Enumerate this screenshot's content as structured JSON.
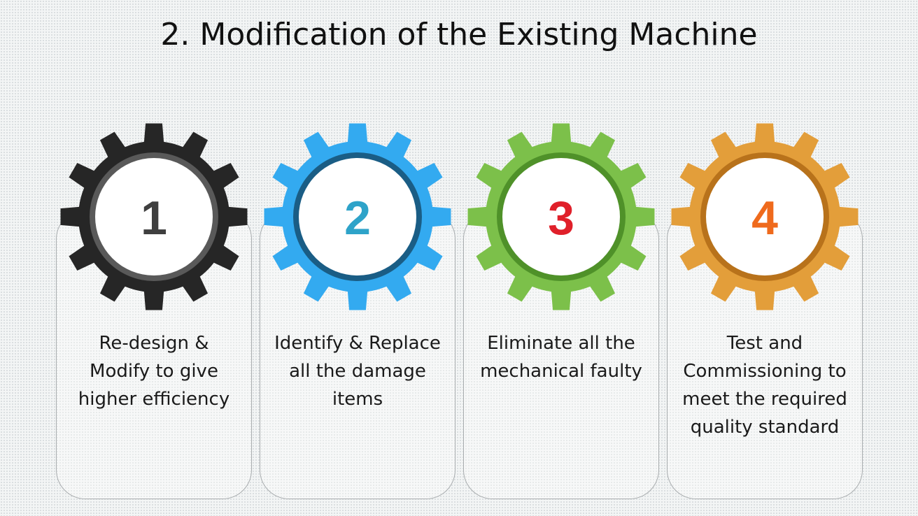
{
  "slide": {
    "title": "2. Modification of the Existing Machine"
  },
  "steps": [
    {
      "number": "1",
      "text": "Re-design &\nModify to give\nhigher efficiency",
      "gear_color": "#262626",
      "ring_color": "#595959",
      "number_color": "#3f3f3f"
    },
    {
      "number": "2",
      "text": "Identify & Replace\nall the damage\nitems",
      "gear_color": "#33aaf0",
      "ring_color": "#1a5d85",
      "number_color": "#2ea3c9"
    },
    {
      "number": "3",
      "text": "Eliminate all the\nmechanical faulty",
      "gear_color": "#7cc04a",
      "ring_color": "#4f9129",
      "number_color": "#e0202a"
    },
    {
      "number": "4",
      "text": "Test and\nCommissioning to\nmeet the required\nquality standard",
      "gear_color": "#e39e3a",
      "ring_color": "#b8721b",
      "number_color": "#ef6a1c"
    }
  ]
}
